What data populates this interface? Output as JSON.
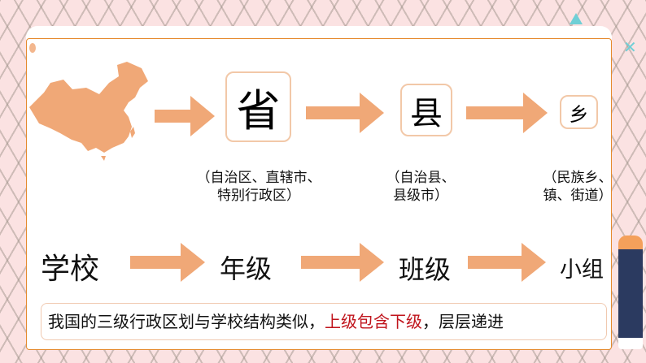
{
  "colors": {
    "accent": "#f0a877",
    "border": "#e58a2e",
    "highlight": "#c0141c"
  },
  "hierarchy": {
    "level1": {
      "label": "省",
      "note_line1": "（自治区、直辖市、",
      "note_line2": "特别行政区）"
    },
    "level2": {
      "label": "县",
      "note_line1": "（自治县、",
      "note_line2": "县级市）"
    },
    "level3": {
      "label": "乡",
      "note_line1": "（民族乡、",
      "note_line2": "镇、街道）"
    }
  },
  "school": {
    "items": [
      "学校",
      "年级",
      "班级",
      "小组"
    ]
  },
  "summary": {
    "part1": "我国的三级行政区划与学校结构类似，",
    "highlight": "上级包含下级",
    "part2": "，层层递进"
  },
  "icons": {
    "map": "china-map-icon",
    "arrow": "right-arrow-icon"
  }
}
